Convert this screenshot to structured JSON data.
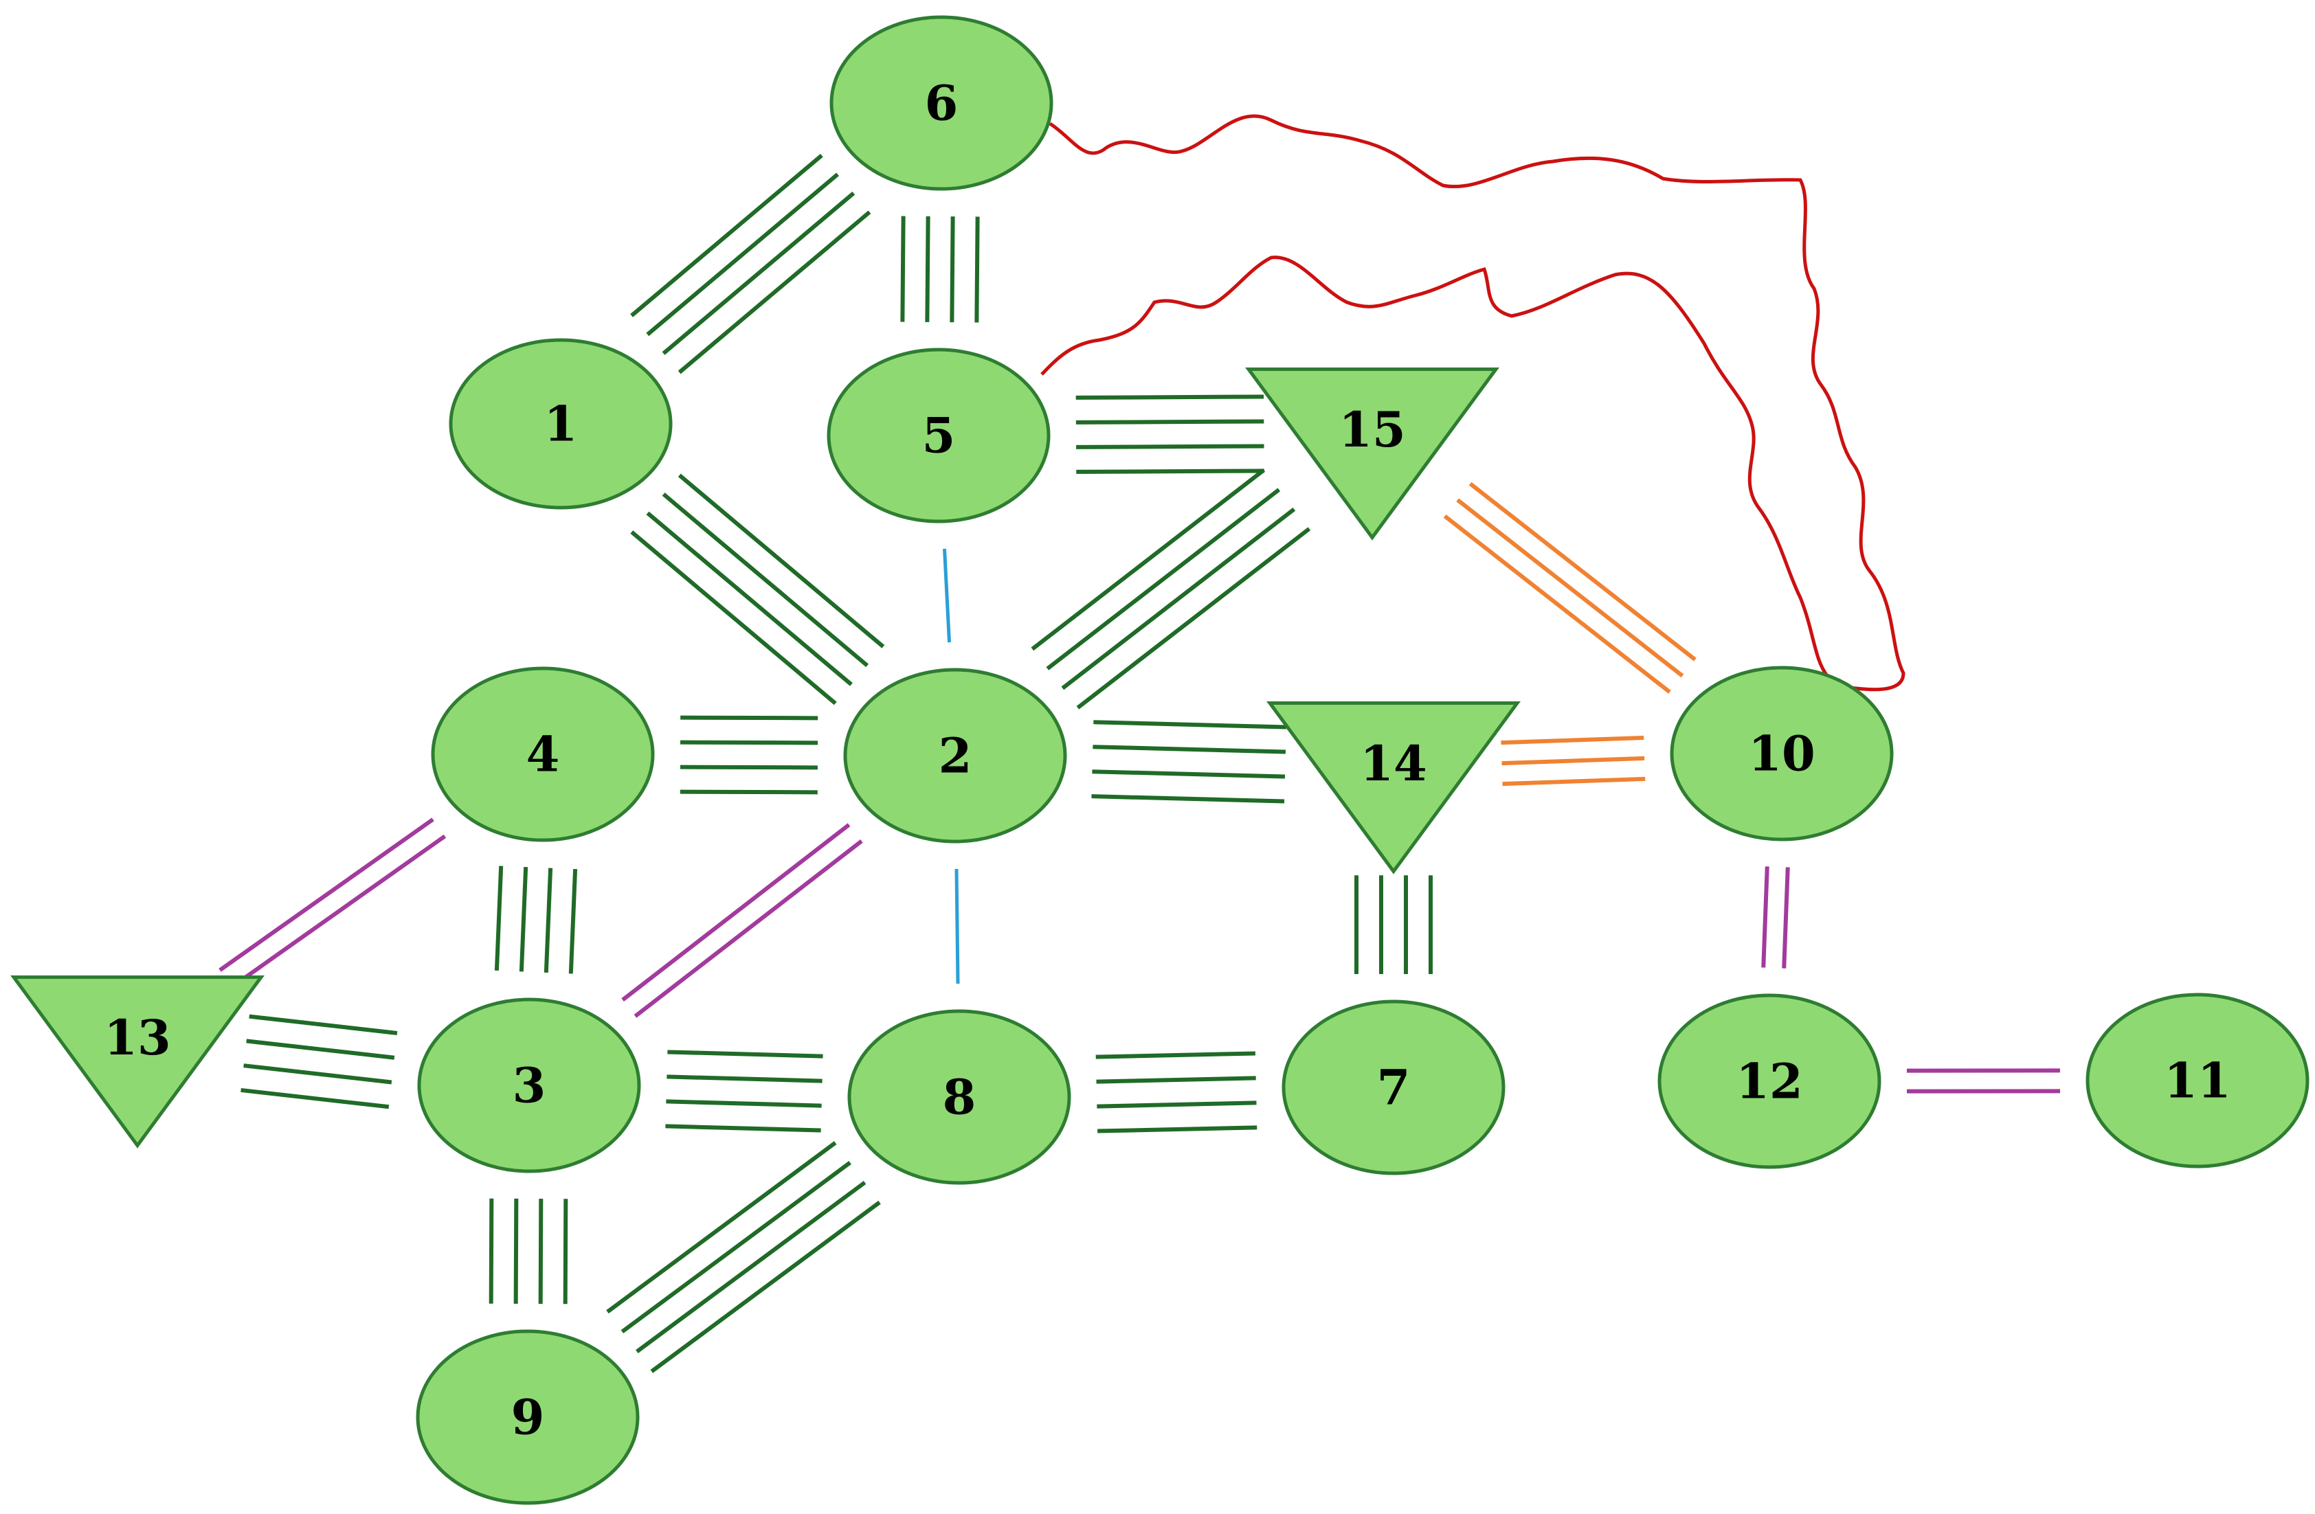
{
  "colors": {
    "node_fill": "#8fd973",
    "node_stroke": "#2e7d32",
    "green": "#1f6b27",
    "blue": "#2a9fd6",
    "orange": "#f08232",
    "purple": "#a33a9d",
    "red": "#cc1111"
  },
  "nodes": [
    {
      "id": "1",
      "shape": "ellipse"
    },
    {
      "id": "2",
      "shape": "ellipse"
    },
    {
      "id": "3",
      "shape": "ellipse"
    },
    {
      "id": "4",
      "shape": "ellipse"
    },
    {
      "id": "5",
      "shape": "ellipse"
    },
    {
      "id": "6",
      "shape": "ellipse"
    },
    {
      "id": "7",
      "shape": "ellipse"
    },
    {
      "id": "8",
      "shape": "ellipse"
    },
    {
      "id": "9",
      "shape": "ellipse"
    },
    {
      "id": "10",
      "shape": "ellipse"
    },
    {
      "id": "11",
      "shape": "ellipse"
    },
    {
      "id": "12",
      "shape": "ellipse"
    },
    {
      "id": "13",
      "shape": "triangle"
    },
    {
      "id": "14",
      "shape": "triangle"
    },
    {
      "id": "15",
      "shape": "triangle"
    }
  ],
  "edges": [
    {
      "from": "6",
      "to": "1",
      "lines": 4,
      "color": "green"
    },
    {
      "from": "6",
      "to": "5",
      "lines": 4,
      "color": "green"
    },
    {
      "from": "1",
      "to": "2",
      "lines": 4,
      "color": "green"
    },
    {
      "from": "5",
      "to": "2",
      "lines": 1,
      "color": "blue"
    },
    {
      "from": "5",
      "to": "15",
      "lines": 4,
      "color": "green"
    },
    {
      "from": "15",
      "to": "2",
      "lines": 4,
      "color": "green"
    },
    {
      "from": "15",
      "to": "10",
      "lines": 3,
      "color": "orange"
    },
    {
      "from": "4",
      "to": "2",
      "lines": 4,
      "color": "green"
    },
    {
      "from": "2",
      "to": "14",
      "lines": 4,
      "color": "green"
    },
    {
      "from": "14",
      "to": "10",
      "lines": 3,
      "color": "orange"
    },
    {
      "from": "4",
      "to": "13",
      "lines": 2,
      "color": "purple"
    },
    {
      "from": "4",
      "to": "3",
      "lines": 4,
      "color": "green"
    },
    {
      "from": "2",
      "to": "3",
      "lines": 2,
      "color": "purple"
    },
    {
      "from": "2",
      "to": "8",
      "lines": 1,
      "color": "blue"
    },
    {
      "from": "14",
      "to": "7",
      "lines": 4,
      "color": "green"
    },
    {
      "from": "10",
      "to": "12",
      "lines": 2,
      "color": "purple"
    },
    {
      "from": "13",
      "to": "3",
      "lines": 4,
      "color": "green"
    },
    {
      "from": "3",
      "to": "8",
      "lines": 4,
      "color": "green"
    },
    {
      "from": "8",
      "to": "7",
      "lines": 4,
      "color": "green"
    },
    {
      "from": "12",
      "to": "11",
      "lines": 2,
      "color": "purple"
    },
    {
      "from": "3",
      "to": "9",
      "lines": 4,
      "color": "green"
    },
    {
      "from": "8",
      "to": "9",
      "lines": 4,
      "color": "green"
    },
    {
      "from": "6",
      "to": "10",
      "lines": 1,
      "color": "red",
      "style": "wavy"
    },
    {
      "from": "5",
      "to": "10",
      "lines": 1,
      "color": "red",
      "style": "wavy"
    }
  ]
}
